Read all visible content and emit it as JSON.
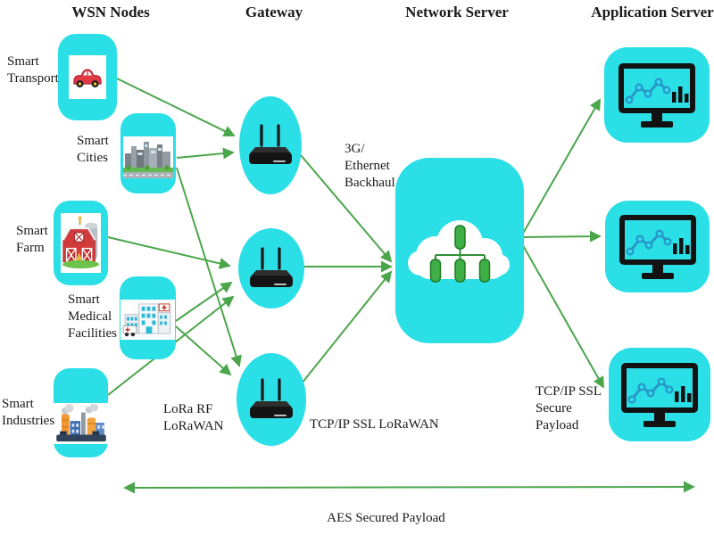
{
  "columns": {
    "wsn": "WSN Nodes",
    "gateway": "Gateway",
    "network": "Network Server",
    "application": "Application Server"
  },
  "nodes": [
    {
      "label": "Smart Transport",
      "icon": "car-icon"
    },
    {
      "label": "Smart Cities",
      "icon": "city-icon"
    },
    {
      "label": "Smart Farm",
      "icon": "barn-icon"
    },
    {
      "label": "Smart Medical Facilities",
      "icon": "hospital-icon"
    },
    {
      "label": "Smart Industries",
      "icon": "factory-icon"
    }
  ],
  "gateways": {
    "count": 3,
    "icon": "router-icon"
  },
  "network_server": {
    "icon": "cloud-network-icon"
  },
  "application_servers": {
    "count": 3,
    "icon": "monitor-analytics-icon"
  },
  "annotations": {
    "lora": "LoRa RF LoRaWAN",
    "backhaul": "3G/ Ethernet Backhaul",
    "tcp_lorawan": "TCP/IP SSL LoRaWAN",
    "tcp_secure": "TCP/IP SSL Secure Payload",
    "aes": "AES Secured Payload"
  },
  "connections": [
    [
      "Smart Transport",
      "Gateway 1"
    ],
    [
      "Smart Cities",
      "Gateway 1"
    ],
    [
      "Smart Cities",
      "Gateway 3"
    ],
    [
      "Smart Farm",
      "Gateway 2"
    ],
    [
      "Smart Medical Facilities",
      "Gateway 2"
    ],
    [
      "Smart Medical Facilities",
      "Gateway 3"
    ],
    [
      "Smart Industries",
      "Gateway 2"
    ],
    [
      "Gateway 1",
      "Network Server"
    ],
    [
      "Gateway 2",
      "Network Server"
    ],
    [
      "Gateway 3",
      "Network Server"
    ],
    [
      "Network Server",
      "Application Server 1"
    ],
    [
      "Network Server",
      "Application Server 2"
    ],
    [
      "Network Server",
      "Application Server 3"
    ]
  ],
  "colors": {
    "box_cyan": "#2bdfe6",
    "arrow_green": "#4ba64b",
    "server_green": "#3fae46",
    "text": "#1a1a1a"
  }
}
